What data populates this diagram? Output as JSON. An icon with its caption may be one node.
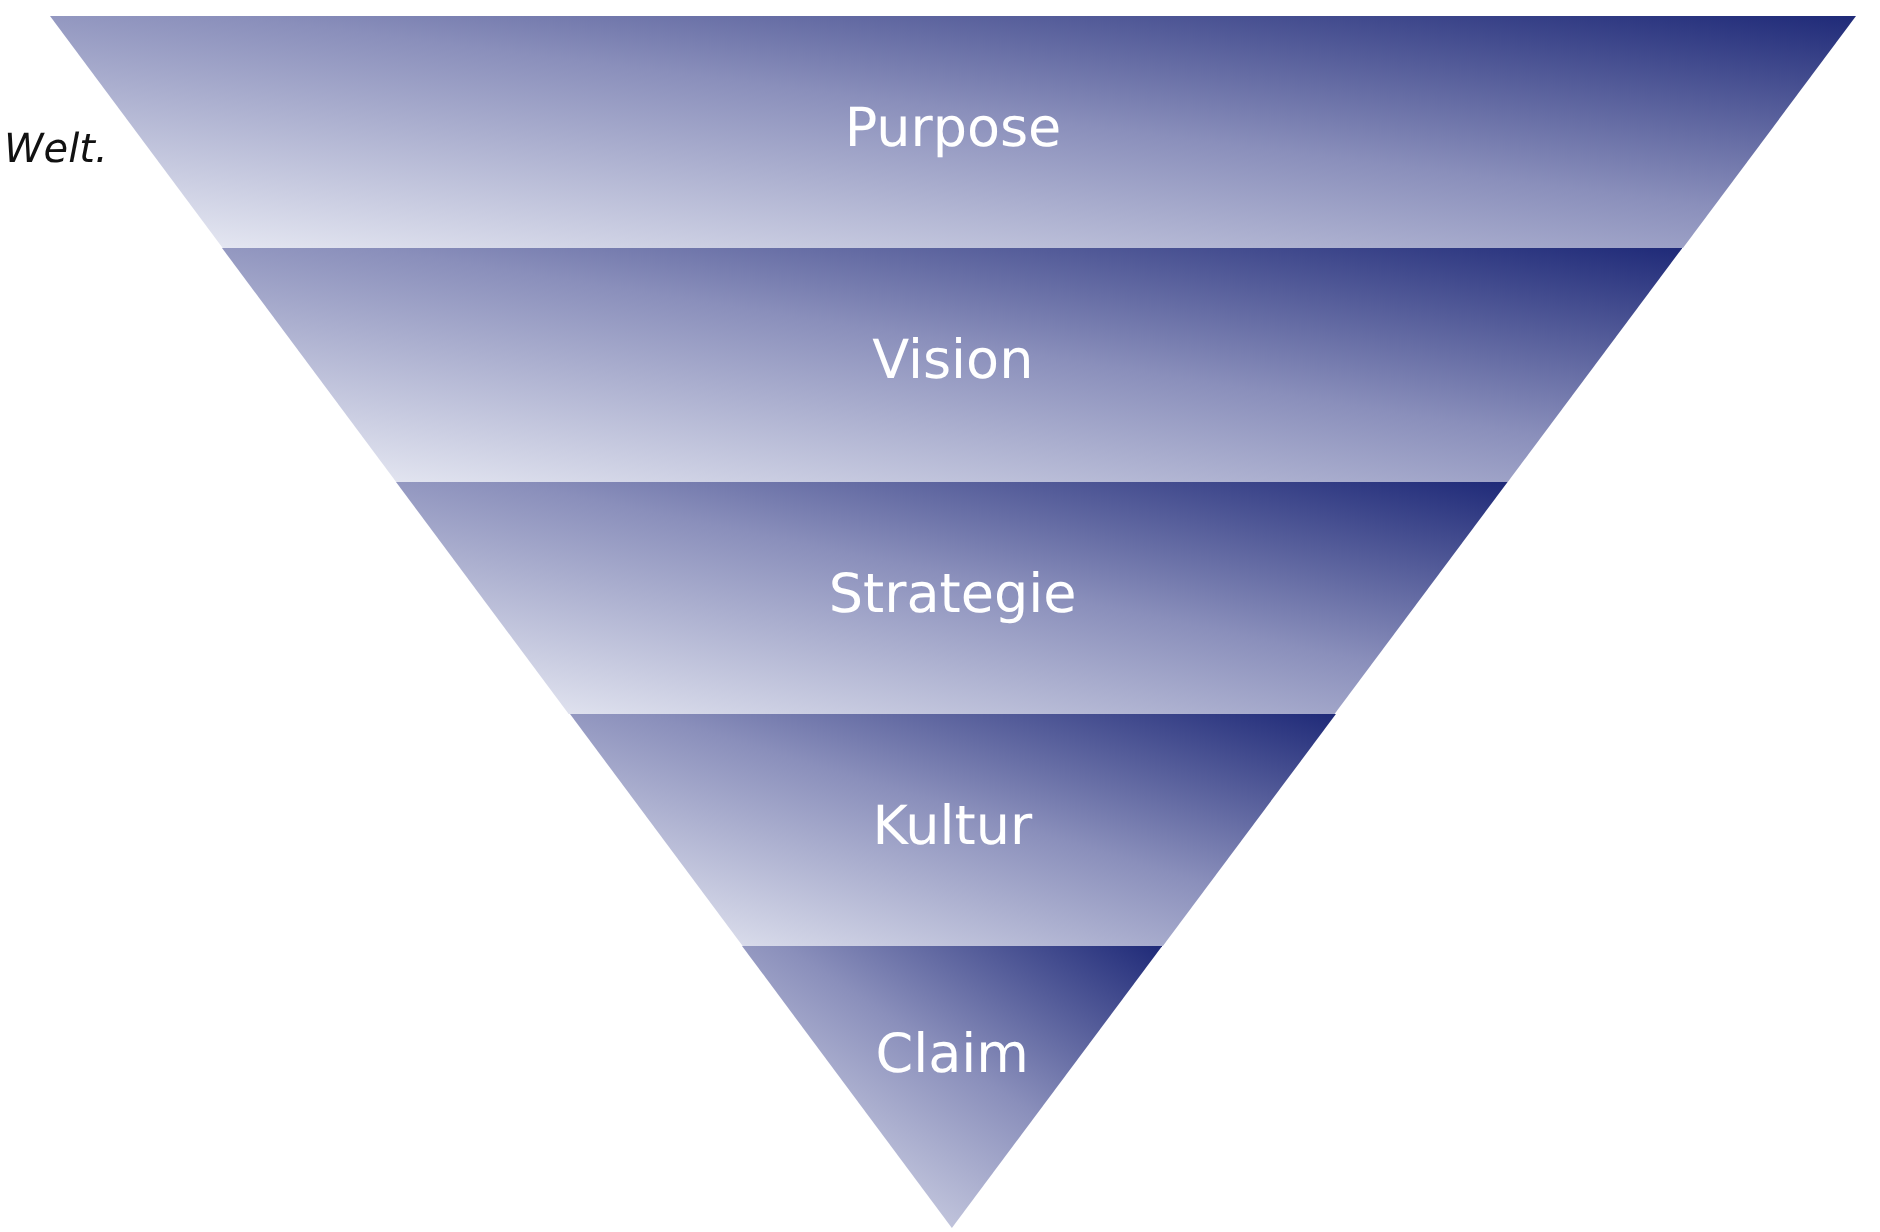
{
  "diagram": {
    "nodes": [
      {
        "text": [
          "Purpose"
        ]
      },
      {
        "text": [
          "Vision"
        ]
      },
      {
        "text": [
          "Strategie"
        ]
      },
      {
        "text": [
          "Kultur"
        ]
      },
      {
        "text": [
          "Claim"
        ]
      }
    ],
    "labels": [
      "Welt."
    ]
  }
}
